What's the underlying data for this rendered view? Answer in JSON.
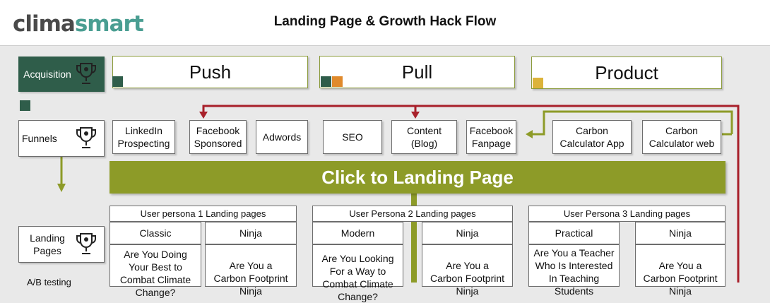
{
  "header": {
    "logo_part1": "clima",
    "logo_part2": "smart",
    "title": "Landing Page & Growth Hack Flow"
  },
  "sidebar": {
    "acquisition": "Acquisition",
    "funnels": "Funnels",
    "landing_pages": "Landing Pages",
    "ab_testing": "A/B testing"
  },
  "stages": {
    "push": "Push",
    "pull": "Pull",
    "product": "Product"
  },
  "funnels": {
    "linkedin": "LinkedIn Prospecting",
    "facebook_sponsored": "Facebook Sponsored",
    "adwords": "Adwords",
    "seo": "SEO",
    "content": "Content (Blog)",
    "facebook_fanpage": "Facebook Fanpage",
    "carbon_app": "Carbon Calculator App",
    "carbon_web": "Carbon Calculator web"
  },
  "banner": "Click to Landing Page",
  "personas": [
    {
      "title": "User persona 1 Landing pages",
      "a_label": "Classic",
      "a_text": "Are You Doing Your Best to Combat Climate Change?",
      "b_label": "Ninja",
      "b_text": "Are You a Carbon Footprint Ninja"
    },
    {
      "title": "User Persona 2 Landing pages",
      "a_label": "Modern",
      "a_text": "Are You Looking For a Way to Combat Climate Change?",
      "b_label": "Ninja",
      "b_text": "Are You a Carbon Footprint Ninja"
    },
    {
      "title": "User Persona 3 Landing pages",
      "a_label": "Practical",
      "a_text": "Are You a Teacher Who Is Interested In Teaching Students",
      "b_label": "Ninja",
      "b_text": "Are You a Carbon Footprint Ninja"
    }
  ],
  "colors": {
    "dark_green": "#2f5d4a",
    "olive": "#8d9b28",
    "orange": "#e08a2c",
    "yellow": "#dcb33a",
    "red": "#a8202a"
  }
}
